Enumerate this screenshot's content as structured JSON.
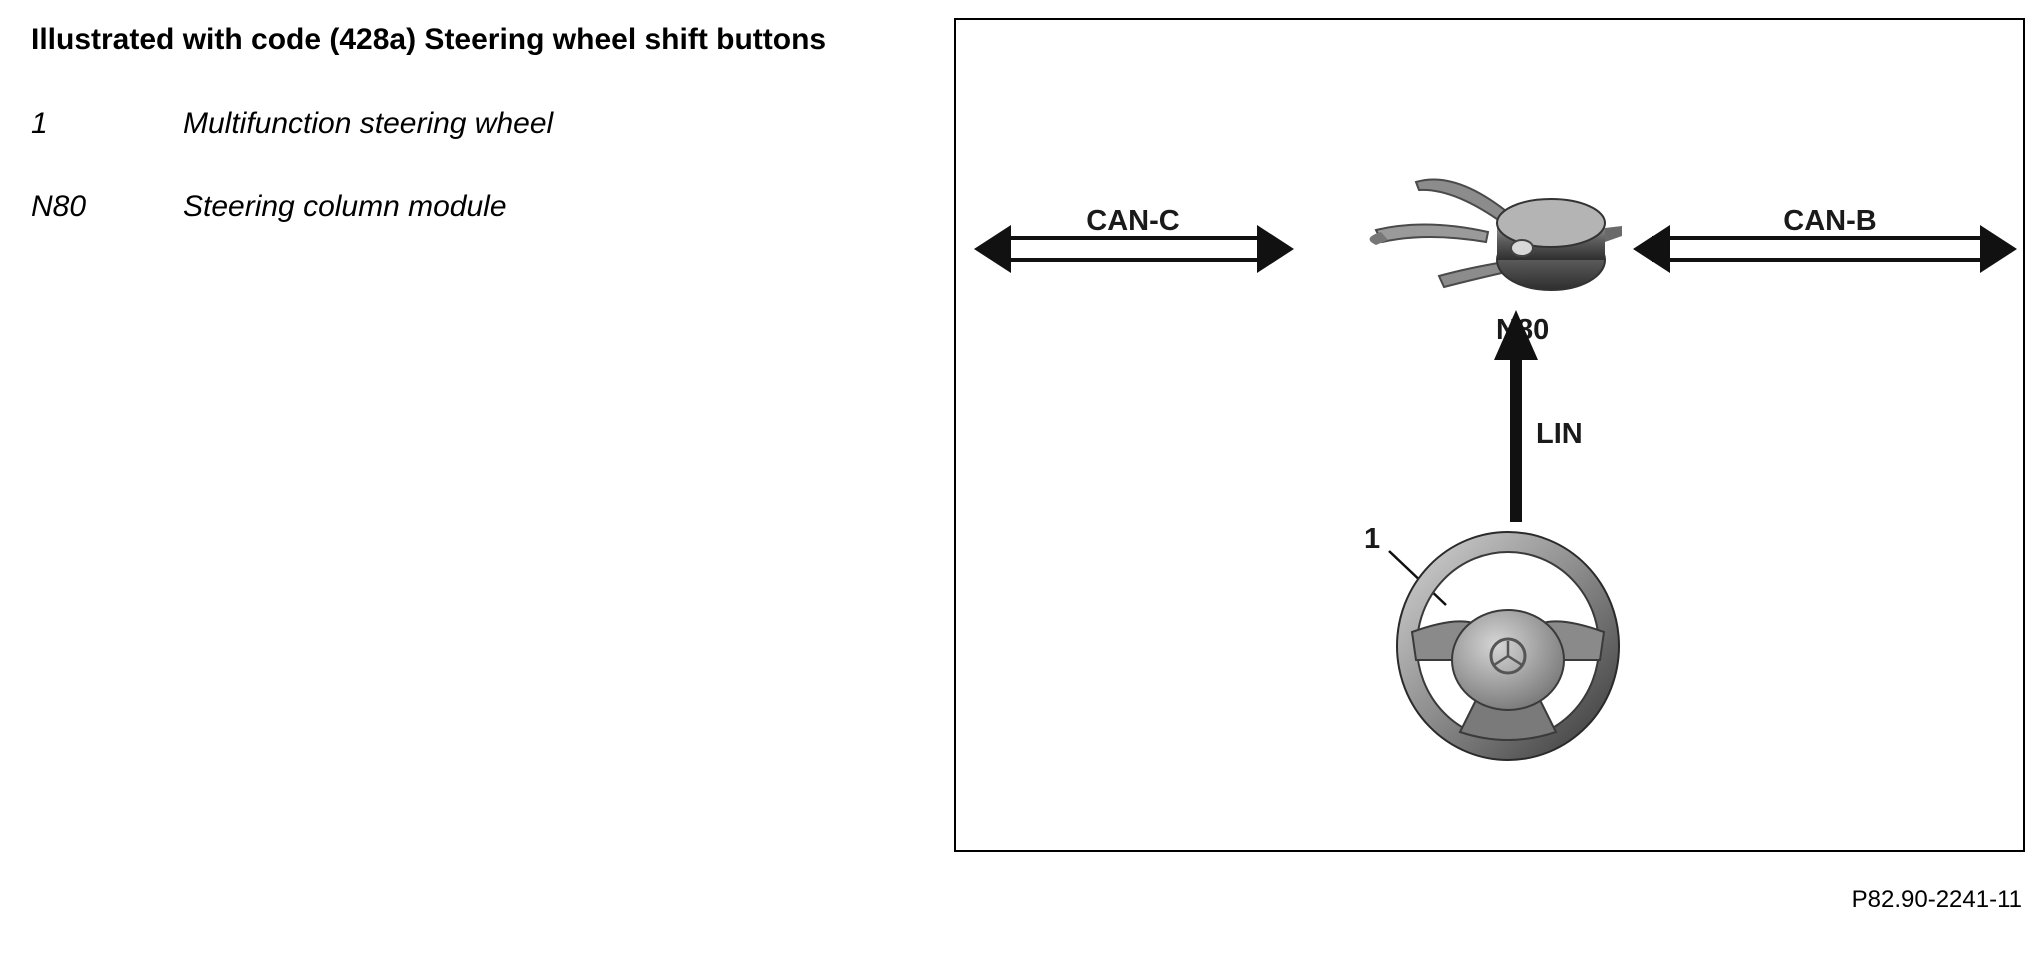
{
  "header": {
    "title": "Illustrated with code (428a) Steering wheel shift buttons"
  },
  "legend": [
    {
      "key": "1",
      "description": "Multifunction steering wheel"
    },
    {
      "key": "N80",
      "description": "Steering column module"
    }
  ],
  "diagram": {
    "labels": {
      "can_c": "CAN-C",
      "can_b": "CAN-B",
      "n80": "N80",
      "lin": "LIN",
      "item_1": "1"
    },
    "icons": {
      "module": "steering-column-module-icon",
      "wheel": "steering-wheel-icon"
    }
  },
  "footer": {
    "reference": "P82.90-2241-11"
  }
}
